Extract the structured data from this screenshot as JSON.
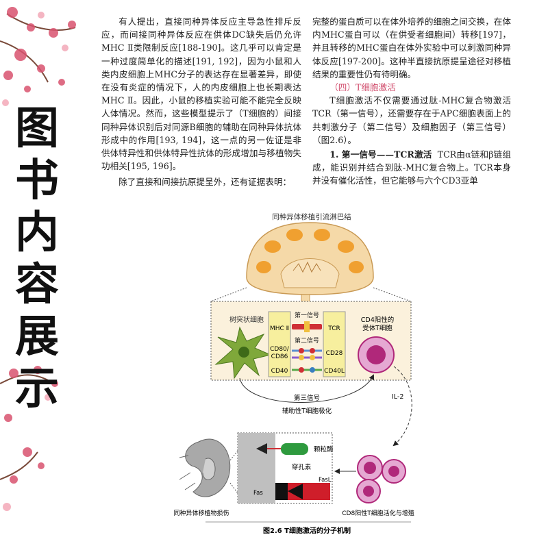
{
  "side_title": [
    "图",
    "书",
    "内",
    "容",
    "展",
    "示"
  ],
  "left_column": {
    "p1": "有人提出，直接同种异体反应主导急性排斥反应，而间接同种异体反应在供体DC缺失后仍允许MHC Ⅱ类限制反应[188-190]。这几乎可以肯定是一种过度简单化的描述[191, 192]，因为小鼠和人类内皮细胞上MHC分子的表达存在显著差异，即使在没有炎症的情况下，人的内皮细胞上也长期表达MHC Ⅱ。因此，小鼠的移植实验可能不能完全反映人体情况。然而，这些模型提示了（T细胞的）间接同种异体识别后对同源B细胞的辅助在同种异体抗体形成中的作用[193, 194]，这一点的另一佐证是非供体特异性和供体特异性抗体的形成增加与移植物失功相关[195, 196]。",
    "p2": "除了直接和间接抗原提呈外，还有证据表明："
  },
  "right_column": {
    "p1": "完整的蛋白质可以在体外培养的细胞之间交换，在体内MHC蛋白可以（在供受者细胞间）转移[197]，并且转移的MHC蛋白在体外实验中可以刺激同种异体反应[197-200]。这种半直接抗原提呈途径对移植结果的重要性仍有待明确。",
    "section": "（四）T细胞激活",
    "p2": "T细胞激活不仅需要通过肽-MHC复合物激活TCR（第一信号），还需要存在于APC细胞表面上的共刺激分子（第二信号）及细胞因子（第三信号）（图2.6）。",
    "sub_heading": "1. 第一信号——TCR激活",
    "p3": "TCR由α链和β链组成，能识别并结合到肽-MHC复合物上。TCR本身并没有催化活性，但它能够与六个CD3亚单"
  },
  "figure": {
    "lymph_node_label": "同种异体移植引流淋巴结",
    "dendritic_cell": "树突状细胞",
    "cd4_cell": "CD4阳性的受体T细胞",
    "mhc": "MHC Ⅱ",
    "signal1": "第一信号",
    "tcr": "TCR",
    "signal2": "第二信号",
    "cd80": "CD80/",
    "cd86": "CD86",
    "cd28": "CD28",
    "cd40": "CD40",
    "cd40l": "CD40L",
    "signal3": "第三信号",
    "polarization": "辅助性T细胞极化",
    "il2": "IL-2",
    "granzyme": "颗粒酶",
    "perforin": "穿孔素",
    "fasl": "FasL",
    "fas": "Fas",
    "damage": "同种异体移植物损伤",
    "cd8": "CD8阳性T细胞活化与增殖",
    "caption": "图2.6  T细胞激活的分子机制"
  },
  "colors": {
    "section_head": "#d04a6a",
    "lymph_node": "#f5d9a8",
    "lymph_follicle": "#f0a030",
    "dendritic": "#7fa83a",
    "cd4_cell": "#b0287a",
    "signal1": "#cf2f36",
    "signal2": "#5b8fd0",
    "signal3": "#5aa84a",
    "granzyme": "#2e9a3e"
  }
}
